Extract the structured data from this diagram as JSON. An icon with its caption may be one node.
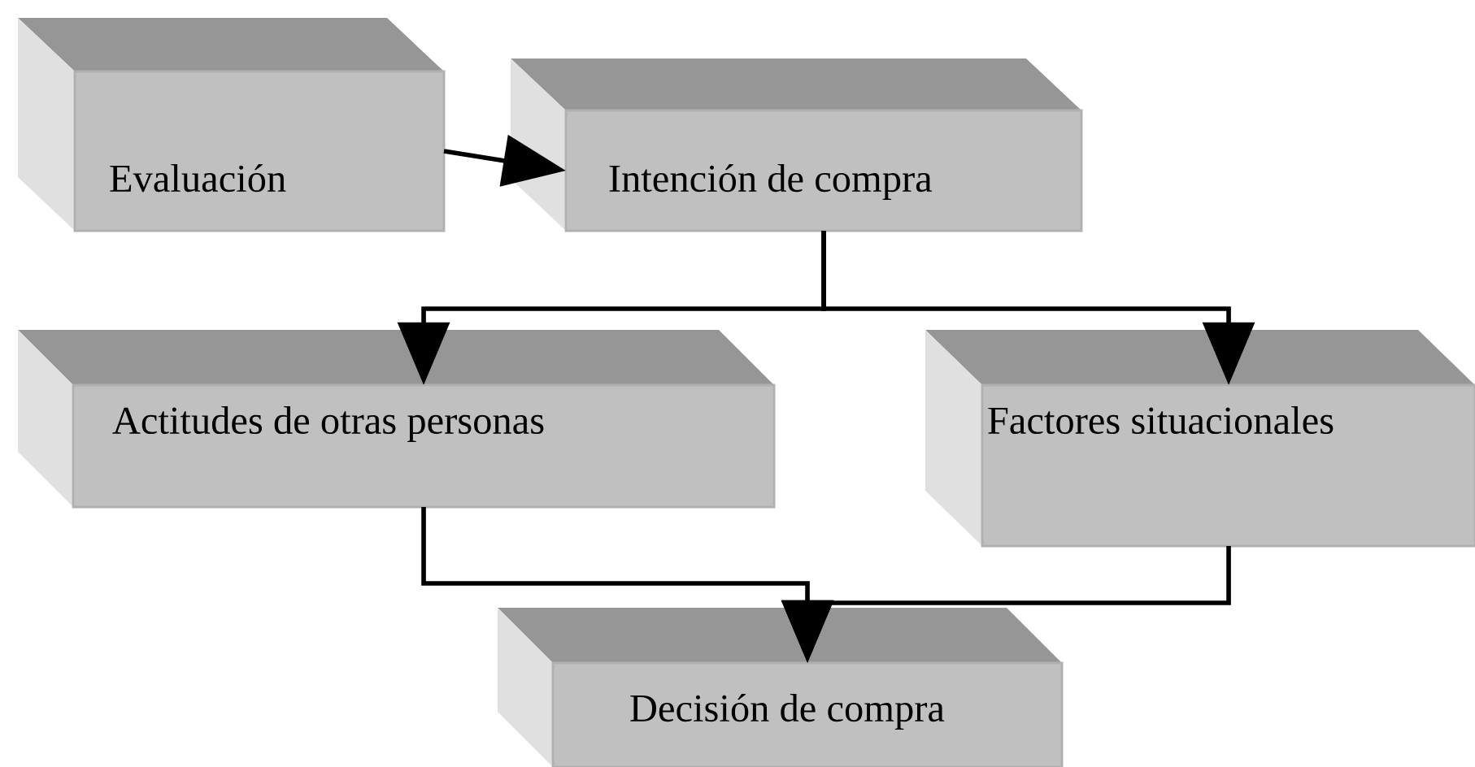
{
  "diagram": {
    "nodes": [
      {
        "text": [
          "Evaluación"
        ]
      },
      {
        "text": [
          "Intención de compra"
        ]
      },
      {
        "text": [
          "Actitudes de otras personas"
        ]
      },
      {
        "text": [
          "Factores situacionales"
        ]
      },
      {
        "text": [
          "Decisión de compra"
        ]
      }
    ],
    "edges": [
      {
        "from": 0,
        "to": 1,
        "arrow": "to"
      },
      {
        "from": 1,
        "to": 2,
        "arrow": "to"
      },
      {
        "from": 1,
        "to": 3,
        "arrow": "to"
      },
      {
        "from": 2,
        "to": 4,
        "arrow": "to"
      },
      {
        "from": 3,
        "to": 4,
        "arrow": "to"
      }
    ]
  }
}
